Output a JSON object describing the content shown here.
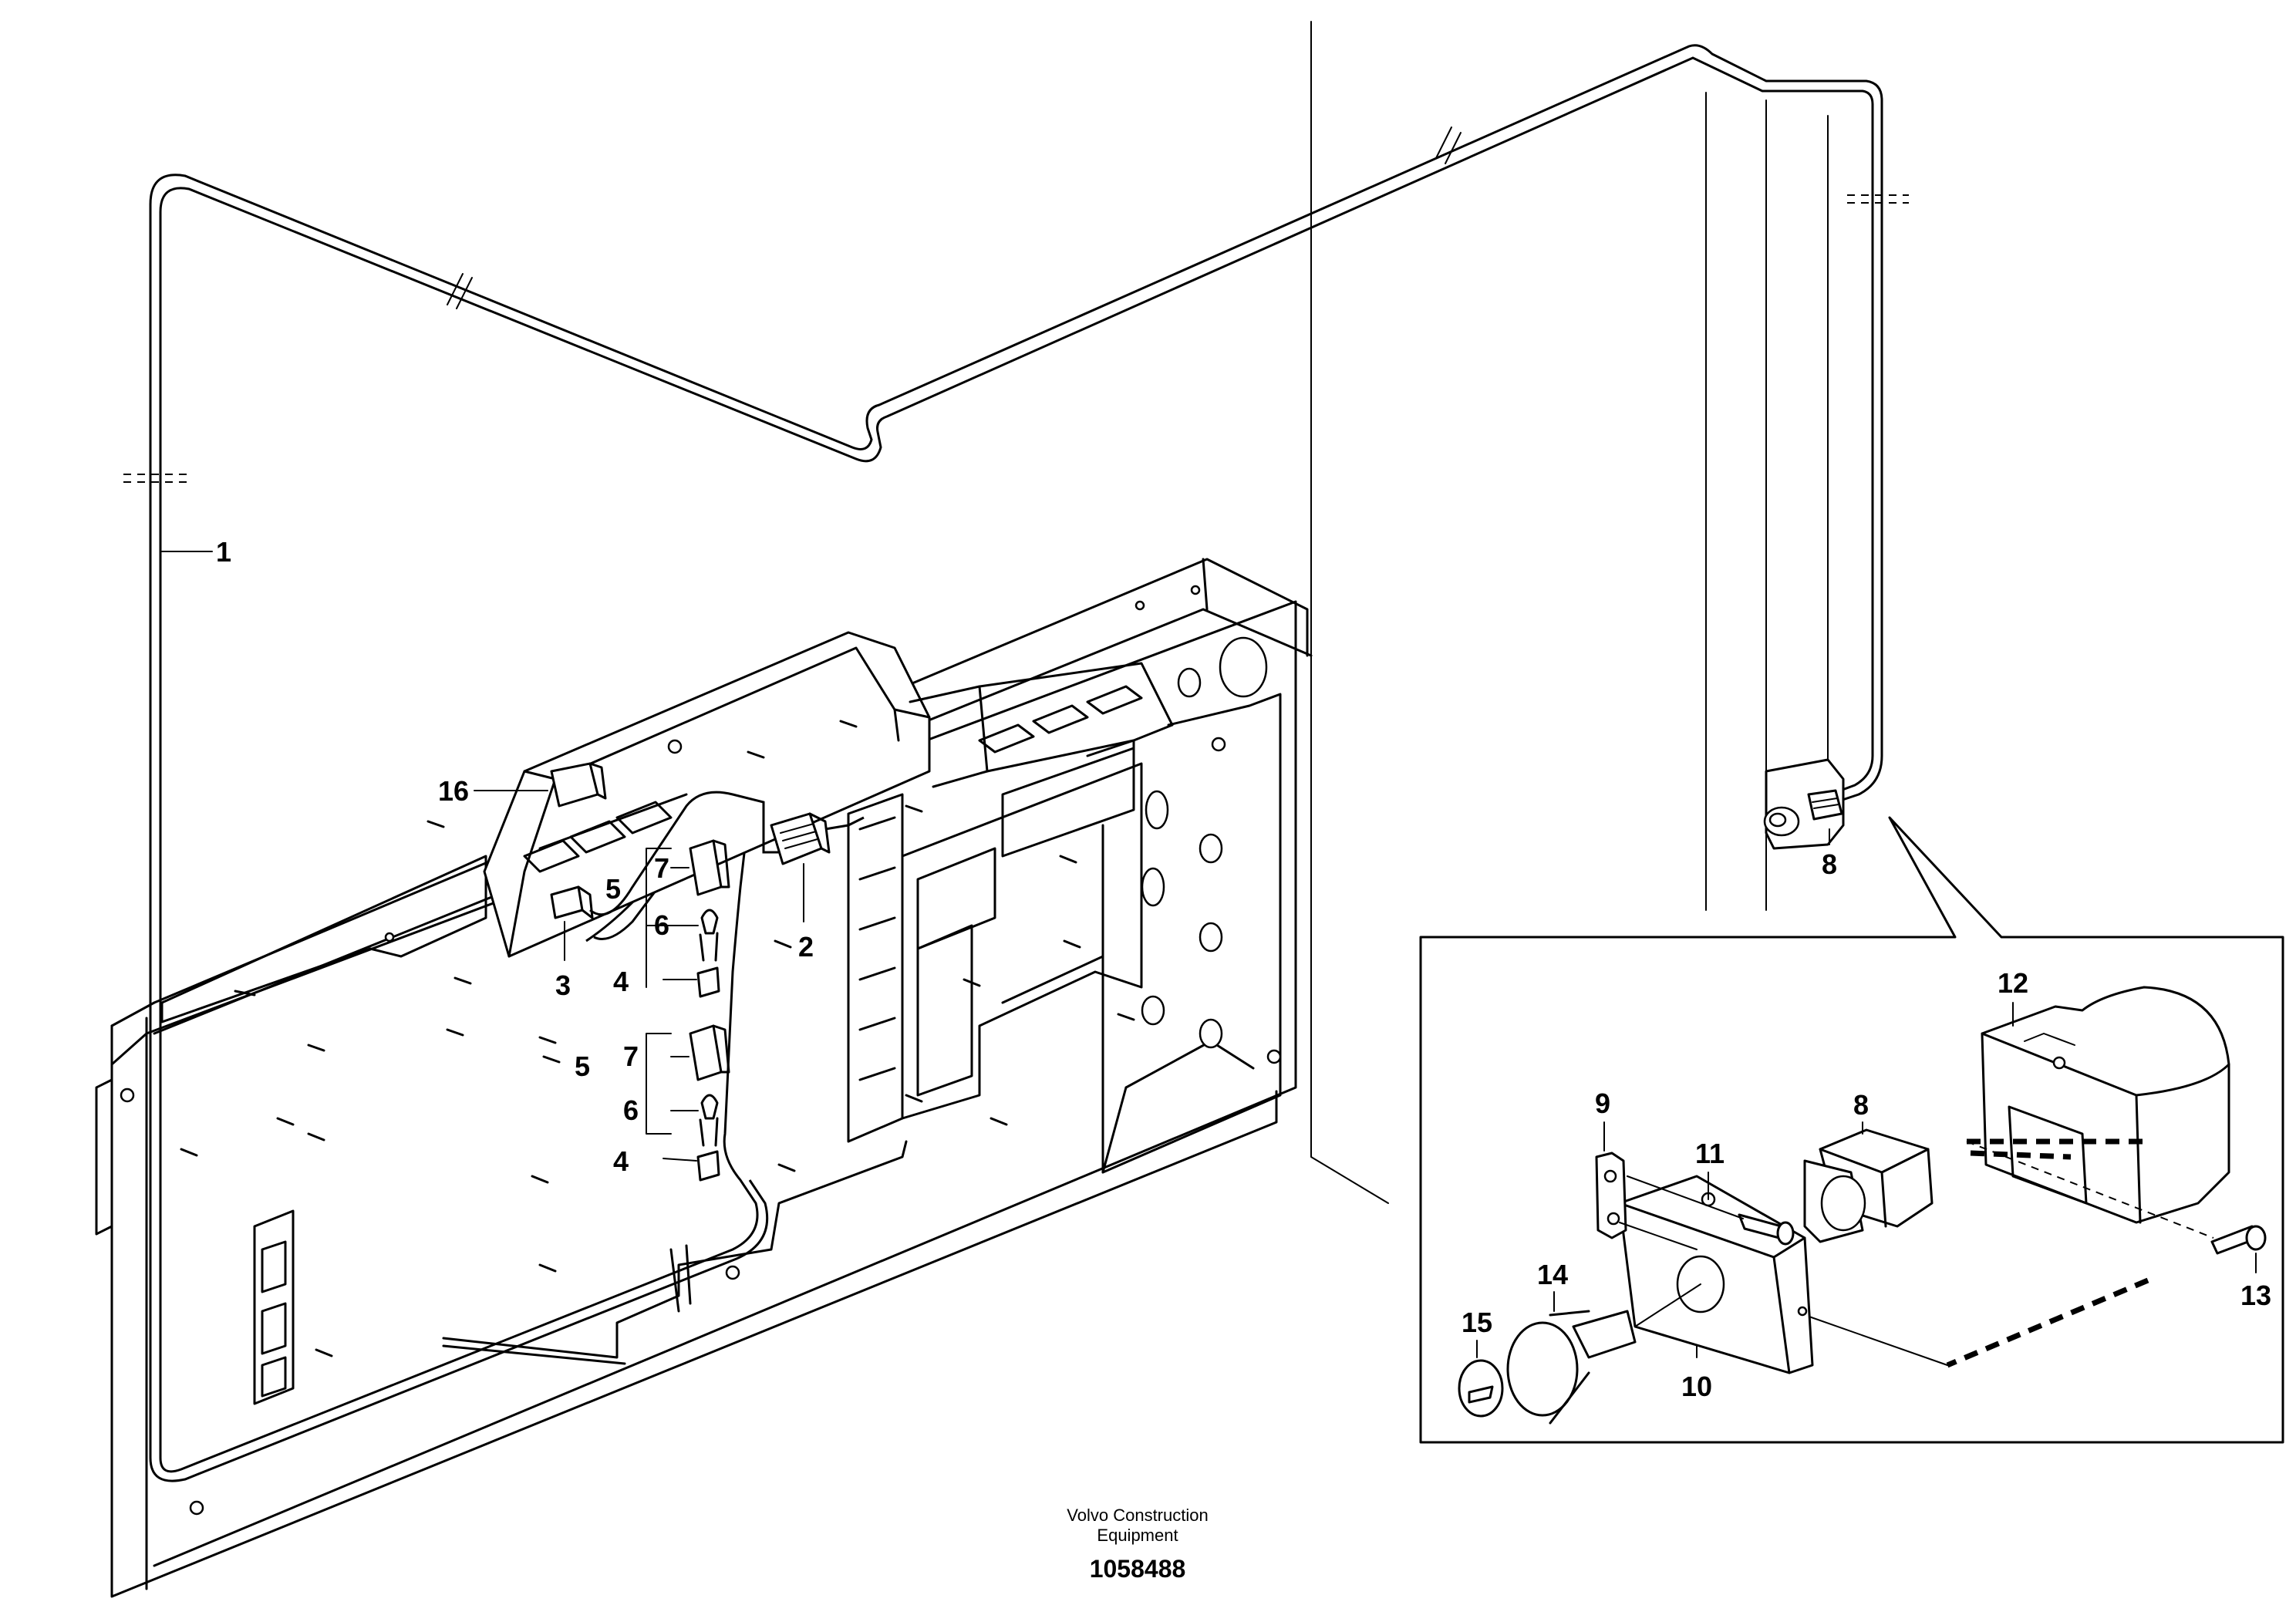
{
  "callouts": {
    "c1": "1",
    "c2": "2",
    "c3": "3",
    "c4a": "4",
    "c4b": "4",
    "c5a": "5",
    "c5b": "5",
    "c6a": "6",
    "c6b": "6",
    "c7a": "7",
    "c7b": "7",
    "c8a": "8",
    "c8b": "8",
    "c9": "9",
    "c10": "10",
    "c11": "11",
    "c12": "12",
    "c13": "13",
    "c14": "14",
    "c15": "15",
    "c16": "16"
  },
  "footer": {
    "company_line1": "Volvo Construction",
    "company_line2": "Equipment",
    "drawing_number": "1058488"
  }
}
